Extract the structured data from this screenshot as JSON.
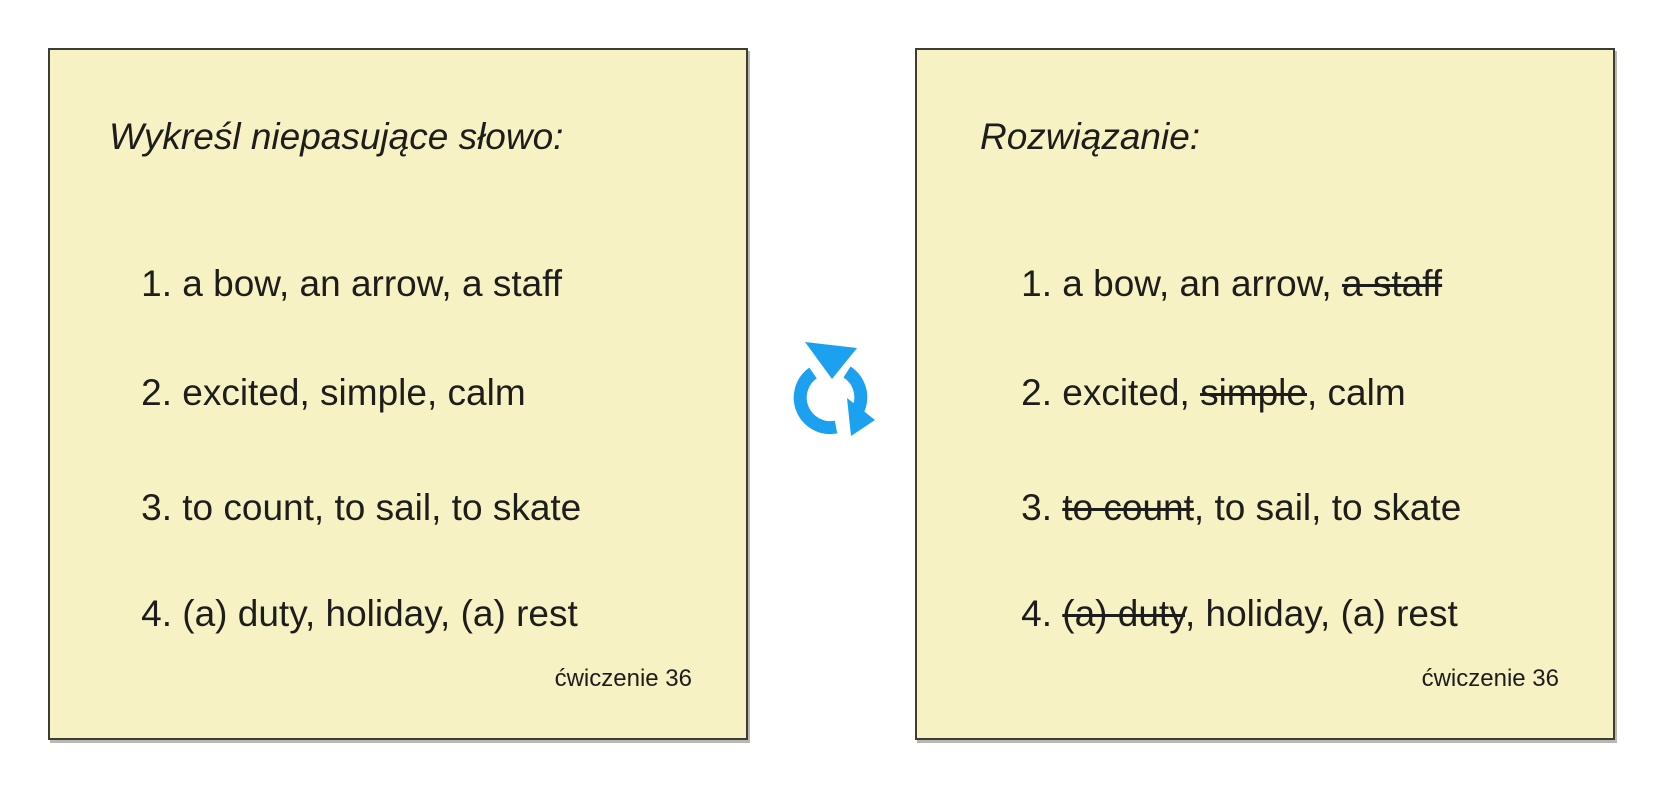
{
  "colors": {
    "page_background": "#ffffff",
    "card_background": "#f7f2c4",
    "card_border": "#3d3d35",
    "text": "#1d1d1b",
    "sync_icon_blue": "#1ba1f0"
  },
  "cards": {
    "left": {
      "title": "Wykreśl niepasujące słowo:",
      "items": [
        {
          "text": "1. a bow, an arrow, a staff"
        },
        {
          "text": "2. excited, simple, calm"
        },
        {
          "text": "3. to count, to sail, to skate"
        },
        {
          "text": "4. (a) duty, holiday, (a) rest"
        }
      ],
      "footer": "ćwiczenie 36"
    },
    "right": {
      "title": "Rozwiązanie:",
      "items": [
        {
          "prefix": "1. a bow, an arrow, ",
          "struck": "a staff",
          "suffix": ""
        },
        {
          "prefix": "2. excited, ",
          "struck": "simple",
          "suffix": ", calm"
        },
        {
          "prefix": "3. ",
          "struck": "to count",
          "suffix": ", to sail, to skate"
        },
        {
          "prefix": "4. ",
          "struck": "(a) duty",
          "suffix": ", holiday, (a) rest"
        }
      ],
      "footer": "ćwiczenie 36"
    }
  },
  "sync_icon": {
    "name": "flip-card-sync-arrows",
    "color": "#1ba1f0"
  }
}
